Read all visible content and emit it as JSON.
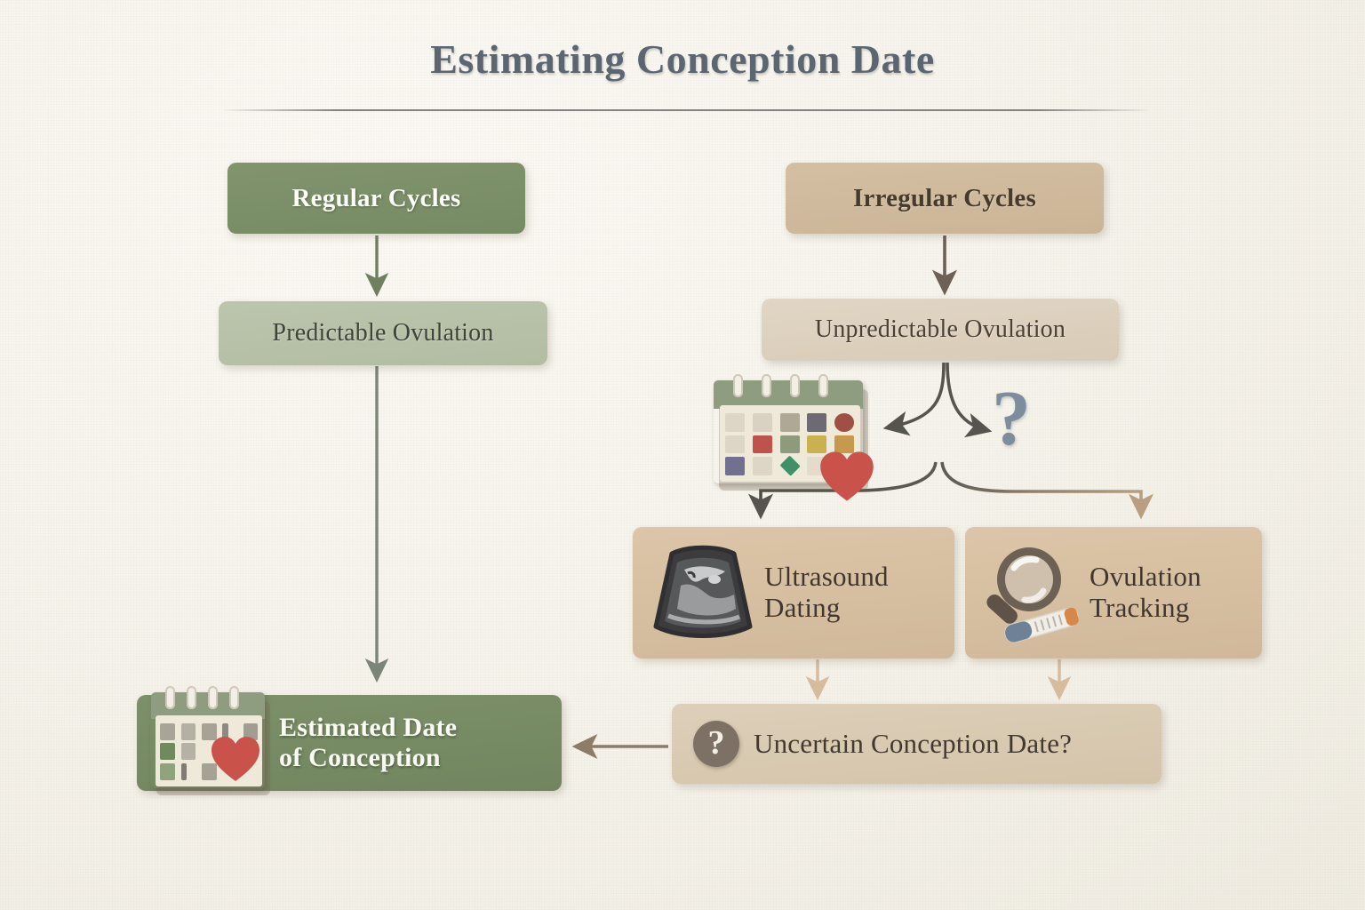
{
  "diagram": {
    "title": "Estimating Conception Date",
    "background_color": "#f6f3ec",
    "title_color": "#5b6672"
  },
  "nodes": [
    {
      "id": "regular-cycles",
      "label": "Regular Cycles",
      "color": "#7a8e66",
      "text_color": "#fdfdf9"
    },
    {
      "id": "predictable-ovulation",
      "label": "Predictable Ovulation",
      "color": "#b6c1a7",
      "text_color": "#3e4438"
    },
    {
      "id": "irregular-cycles",
      "label": "Irregular Cycles",
      "color": "#cfb99b",
      "text_color": "#463a2d"
    },
    {
      "id": "unpredictable-ovulation",
      "label": "Unpredictable Ovulation",
      "color": "#ddd2c0",
      "text_color": "#4b4034"
    },
    {
      "id": "ultrasound-dating",
      "label": "Ultrasound\nDating",
      "line1": "Ultrasound",
      "line2": "Dating",
      "color": "#d4bda0",
      "text_color": "#3f372f",
      "icon": "ultrasound-icon"
    },
    {
      "id": "ovulation-tracking",
      "label": "Ovulation\nTracking",
      "line1": "Ovulation",
      "line2": "Tracking",
      "color": "#d4bda0",
      "text_color": "#3f372f",
      "icon": "magnifier-icon"
    },
    {
      "id": "uncertain-conception",
      "label": "Uncertain Conception Date?",
      "color": "#d7c7ae",
      "text_color": "#423a30",
      "icon": "question-badge-icon"
    },
    {
      "id": "estimated-date",
      "line1": "Estimated Date",
      "line2": "of Conception",
      "label": "Estimated Date of Conception",
      "color": "#768963",
      "text_color": "#fbfbf5",
      "icon": "calendar-heart-icon"
    }
  ],
  "decorations": {
    "center_calendar_icon": "calendar-heart-icon",
    "question_mark_glyph": "?",
    "question_mark_color": "#7e8d9e",
    "heart_color": "#c9534a"
  },
  "edges": [
    {
      "from": "regular-cycles",
      "to": "predictable-ovulation",
      "color": "#6f8061",
      "style": "straight-down"
    },
    {
      "from": "predictable-ovulation",
      "to": "estimated-date",
      "color": "#7b8578",
      "style": "long-straight-down"
    },
    {
      "from": "irregular-cycles",
      "to": "unpredictable-ovulation",
      "color": "#6d6054",
      "style": "straight-down"
    },
    {
      "from": "unpredictable-ovulation",
      "to": "calendar-and-question",
      "color": "#56544e",
      "style": "split-fork"
    },
    {
      "from": "unpredictable-ovulation",
      "to": "ultrasound-dating",
      "color": "#5c5a52",
      "style": "elbow-left-down"
    },
    {
      "from": "unpredictable-ovulation",
      "to": "ovulation-tracking",
      "color": "#b99f7f",
      "style": "elbow-right-down"
    },
    {
      "from": "ultrasound-dating",
      "to": "uncertain-conception",
      "color": "#d6bb9c",
      "style": "straight-down"
    },
    {
      "from": "ovulation-tracking",
      "to": "uncertain-conception",
      "color": "#d6bb9c",
      "style": "straight-down"
    },
    {
      "from": "uncertain-conception",
      "to": "estimated-date",
      "color": "#8d7c67",
      "style": "straight-left"
    }
  ]
}
